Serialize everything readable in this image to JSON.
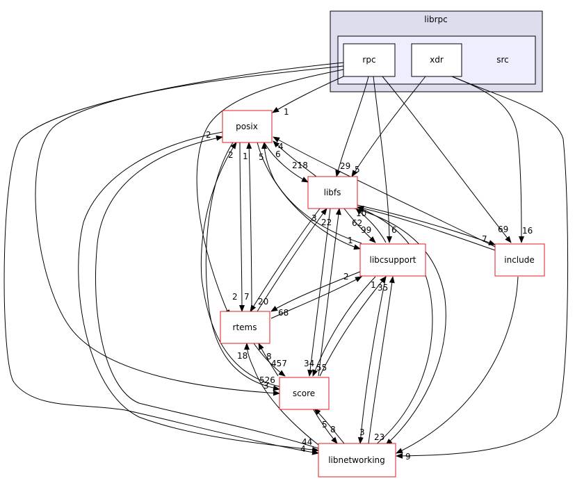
{
  "clusters": {
    "outer_label": "librpc",
    "inner_label": "src"
  },
  "nodes": {
    "rpc": "rpc",
    "xdr": "xdr",
    "posix": "posix",
    "libfs": "libfs",
    "libcsupport": "libcsupport",
    "include": "include",
    "rtems": "rtems",
    "score": "score",
    "libnetworking": "libnetworking"
  },
  "edge_labels": {
    "e1": "1",
    "e2": "2",
    "e3": "2",
    "e4": "1",
    "e5": "5",
    "e6": "4",
    "e7": "6",
    "e8": "218",
    "e9": "29",
    "e10": "5",
    "e11": "3",
    "e12": "22",
    "e13": "10",
    "e14": "62",
    "e15": "99",
    "e16": "6",
    "e17": "1",
    "e18": "7",
    "e19": "69",
    "e20": "16",
    "e21": "2",
    "e22": "7",
    "e23": "20",
    "e24": "2",
    "e25": "68",
    "e26": "1",
    "e27": "35",
    "e28": "18",
    "e29": "8",
    "e30": "457",
    "e31": "34",
    "e32": "55",
    "e33": "526",
    "e34": "3",
    "e35": "5",
    "e36": "8",
    "e37": "3",
    "e38": "23",
    "e39": "44",
    "e40": "4",
    "e41": "9"
  },
  "colors": {
    "cluster_outer_fill": "#ddddee",
    "cluster_inner_fill": "#eeeeff",
    "node_border_red": "#e41a1c"
  }
}
